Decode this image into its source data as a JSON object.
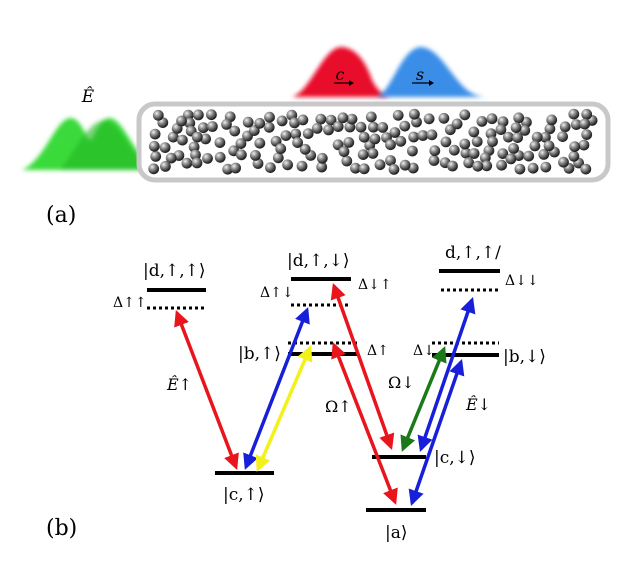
{
  "panel_a": {
    "label": "(a)",
    "probe_field": "Ê",
    "control_pulse": "c",
    "signal_pulse": "s"
  },
  "panel_b": {
    "label": "(b)",
    "levels": {
      "d_up_up": "|d,↑,↑⟩",
      "d_up_down": "|d,↑,↓⟩",
      "d_down_down": "d,↑,↑/",
      "b_up": "|b,↑⟩",
      "b_down": "|b,↓⟩",
      "c_up": "|c,↑⟩",
      "c_down": "|c,↓⟩",
      "a": "|a⟩"
    },
    "detunings": {
      "upup": "Δ↑↑",
      "updown": "Δ↑↓",
      "downup": "Δ↓↑",
      "downdown": "Δ↓↓",
      "up": "Δ↑",
      "down": "Δ↓"
    },
    "fields": {
      "E_up": "Ê↑",
      "E_down": "Ê↓",
      "Omega_up": "Ω↑",
      "Omega_down": "Ω↓"
    },
    "colors": {
      "red": "#e8151d",
      "blue": "#1720d8",
      "yellow": "#f2f21a",
      "green": "#1a7a1a",
      "green_pulse": "#2ed82e",
      "red_pulse": "#e8102a",
      "blue_pulse": "#3a8ee8"
    }
  }
}
